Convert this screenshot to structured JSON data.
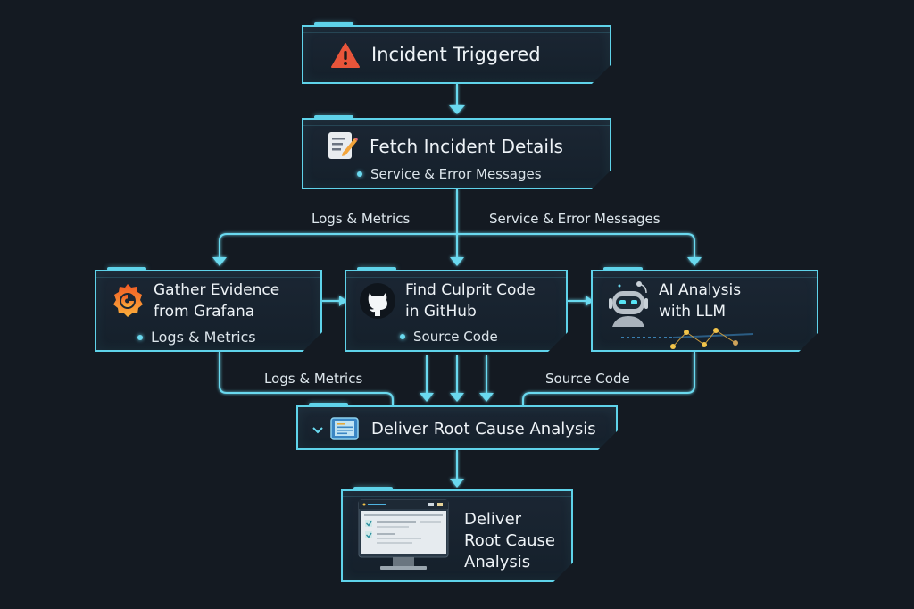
{
  "diagram": {
    "theme": {
      "accent": "#5fd3ea",
      "background": "#141a22",
      "warning": "#e8553a"
    },
    "nodes": {
      "incident": {
        "title": "Incident Triggered",
        "icon": "warning-icon"
      },
      "fetch": {
        "title": "Fetch Incident Details",
        "bullet": "Service & Error Messages",
        "icon": "notepad-icon"
      },
      "grafana": {
        "title_line1": "Gather Evidence",
        "title_line2": "from Grafana",
        "bullet": "Logs & Metrics",
        "icon": "grafana-icon"
      },
      "github": {
        "title_line1": "Find Culprit Code",
        "title_line2": "in GitHub",
        "bullet": "Source Code",
        "icon": "github-icon"
      },
      "ai": {
        "title_line1": "AI Analysis",
        "title_line2": "with LLM",
        "icon": "robot-icon"
      },
      "deliver_bar": {
        "title": "Deliver Root Cause Analysis",
        "icon": "report-icon"
      },
      "deliver_final": {
        "title_line1": "Deliver",
        "title_line2": "Root Cause",
        "title_line3": "Analysis",
        "icon": "monitor-icon"
      }
    },
    "edge_labels": {
      "top_left": "Logs & Metrics",
      "top_right": "Service & Error Messages",
      "bottom_left": "Logs & Metrics",
      "bottom_right": "Source Code"
    }
  }
}
